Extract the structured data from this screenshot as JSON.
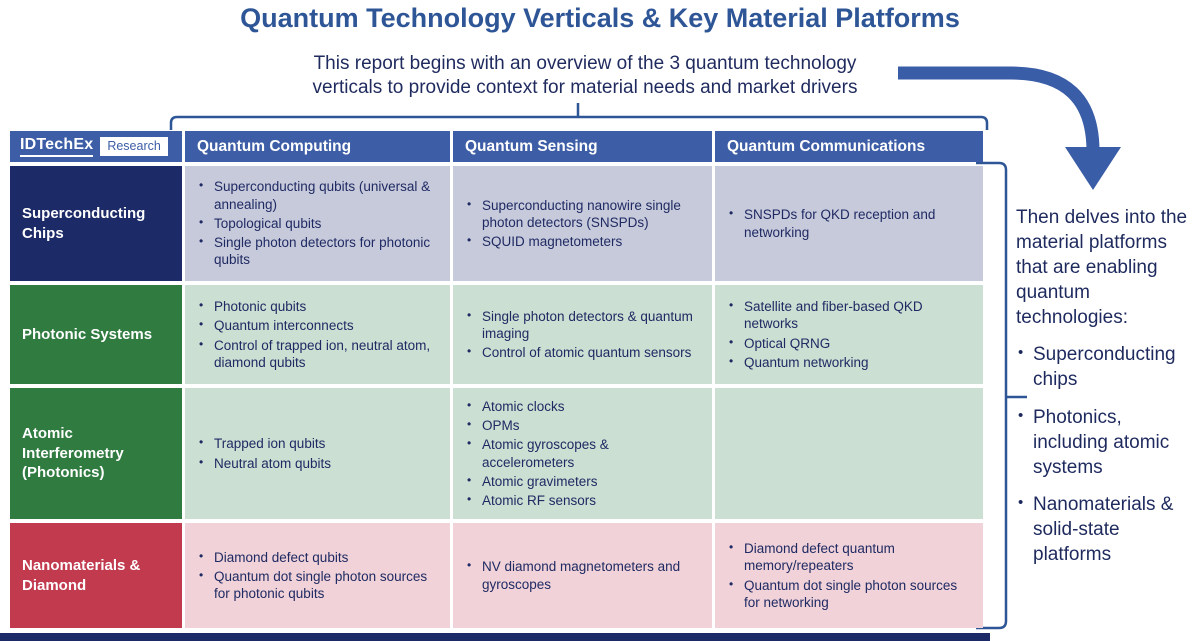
{
  "title": "Quantum Technology Verticals & Key Material Platforms",
  "subtitle": "This report begins with an overview of the 3 quantum technology verticals to provide context for material needs and market drivers",
  "logo": {
    "brand": "IDTechEx",
    "badge": "Research"
  },
  "table": {
    "column_headers": [
      "Quantum Computing",
      "Quantum Sensing",
      "Quantum Communications"
    ],
    "rows": [
      {
        "label": "Superconducting Chips",
        "cells": [
          [
            "Superconducting qubits (universal & annealing)",
            "Topological qubits",
            "Single photon detectors for photonic qubits"
          ],
          [
            "Superconducting nanowire single photon detectors (SNSPDs)",
            "SQUID magnetometers"
          ],
          [
            "SNSPDs for QKD reception and networking"
          ]
        ]
      },
      {
        "label": "Photonic Systems",
        "cells": [
          [
            "Photonic qubits",
            "Quantum interconnects",
            "Control of trapped ion, neutral atom, diamond qubits"
          ],
          [
            "Single photon detectors & quantum imaging",
            "Control of atomic quantum sensors"
          ],
          [
            "Satellite and fiber-based QKD networks",
            "Optical QRNG",
            "Quantum networking"
          ]
        ]
      },
      {
        "label": "Atomic Interferometry (Photonics)",
        "cells": [
          [
            "Trapped ion qubits",
            "Neutral atom qubits"
          ],
          [
            "Atomic clocks",
            "OPMs",
            "Atomic gyroscopes & accelerometers",
            "Atomic gravimeters",
            "Atomic RF sensors"
          ],
          []
        ]
      },
      {
        "label": "Nanomaterials & Diamond",
        "cells": [
          [
            "Diamond defect qubits",
            "Quantum dot single photon sources for photonic qubits"
          ],
          [
            "NV diamond magnetometers and gyroscopes"
          ],
          [
            "Diamond defect quantum memory/repeaters",
            "Quantum dot single photon sources for networking"
          ]
        ]
      }
    ]
  },
  "side_note": {
    "intro": "Then delves into the material platforms that are enabling quantum technologies:",
    "bullets": [
      "Superconducting chips",
      "Photonics, including atomic systems",
      "Nanomaterials & solid-state platforms"
    ]
  },
  "colors": {
    "title_blue": "#2E5697",
    "header_blue": "#3D5EA6",
    "navy": "#1C2B67",
    "green": "#2F7B40",
    "red": "#C13A4E",
    "cell_lavender": "#C7CADB",
    "cell_green": "#CBDFD2",
    "cell_pink": "#F0D2D8",
    "cell_text": "#1F2A63",
    "bracket_arrow_blue": "#2E5697"
  }
}
